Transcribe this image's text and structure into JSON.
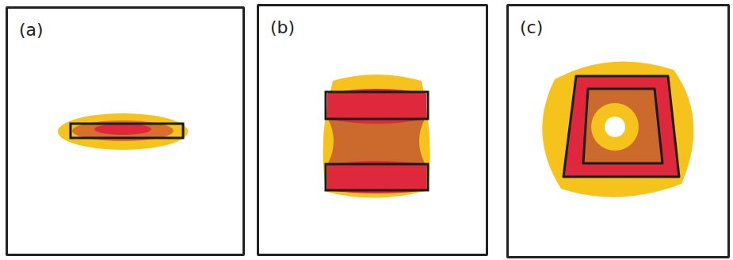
{
  "diagram": {
    "nodes": [
      {
        "text": [
          "(a)"
        ]
      },
      {
        "text": [
          "(b)"
        ]
      },
      {
        "text": [
          "(c)"
        ]
      }
    ]
  }
}
